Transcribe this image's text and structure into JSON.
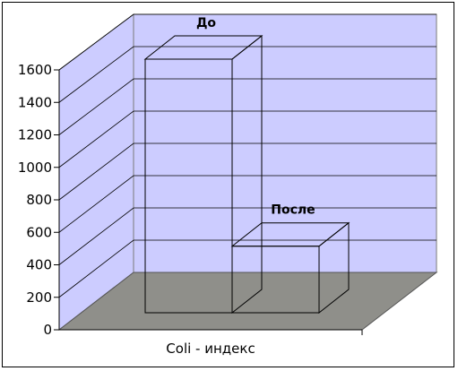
{
  "chart_data": {
    "type": "bar",
    "categories": [
      "Coli - индекс"
    ],
    "series": [
      {
        "data_label": "До",
        "values": [
          1600
        ]
      },
      {
        "data_label": "После",
        "values": [
          420
        ]
      }
    ],
    "ylim": [
      0,
      1600
    ],
    "yticks": [
      0,
      200,
      400,
      600,
      800,
      1000,
      1200,
      1400,
      1600
    ],
    "grid": true,
    "three_d": true,
    "colors": {
      "back_wall": "#ccccff",
      "floor": "#8f8f8a",
      "bars": "#ffffff",
      "lines": "#000000"
    }
  }
}
